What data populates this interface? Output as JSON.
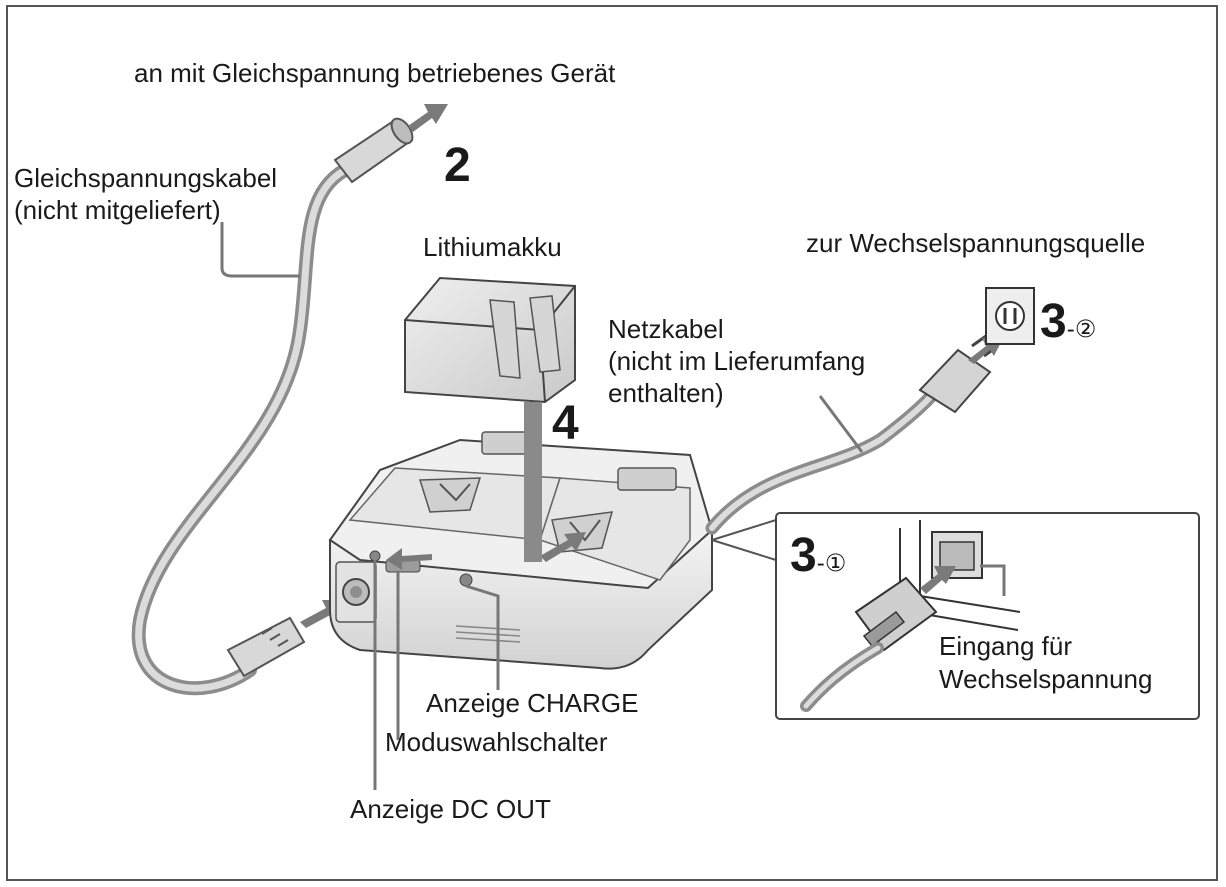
{
  "labels": {
    "dc_device": "an mit Gleichspannung betriebenes Gerät",
    "dc_cable_line1": "Gleichspannungskabel",
    "dc_cable_line2": "(nicht mitgeliefert)",
    "battery": "Lithiumakku",
    "ac_source": "zur Wechselspannungsquelle",
    "power_cord_line1": "Netzkabel",
    "power_cord_line2": "(nicht im Lieferumfang",
    "power_cord_line3": "enthalten)",
    "ac_input_line1": "Eingang für",
    "ac_input_line2": "Wechselspannung",
    "charge_indicator": "Anzeige CHARGE",
    "mode_switch": "Moduswahlschalter",
    "dc_out_indicator": "Anzeige DC OUT"
  },
  "steps": {
    "step2": "2",
    "step4": "4",
    "step3": "3",
    "sub1": "-①",
    "sub2": "-②"
  }
}
